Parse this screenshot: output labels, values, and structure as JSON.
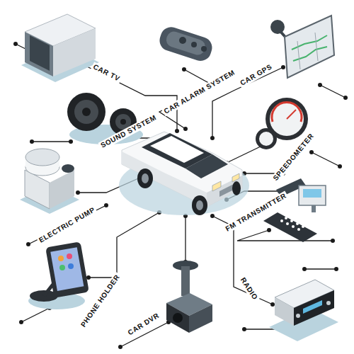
{
  "diagram": {
    "labels": [
      "CAR TV",
      "CAR ALARM SYSTEM",
      "CAR GPS",
      "SOUND SYSTEM",
      "SPEEDOMETER",
      "ELECTRIC PUMP",
      "FM TRANSMITTER",
      "PHONE HOLDER",
      "CAR DVR",
      "RADIO"
    ]
  }
}
